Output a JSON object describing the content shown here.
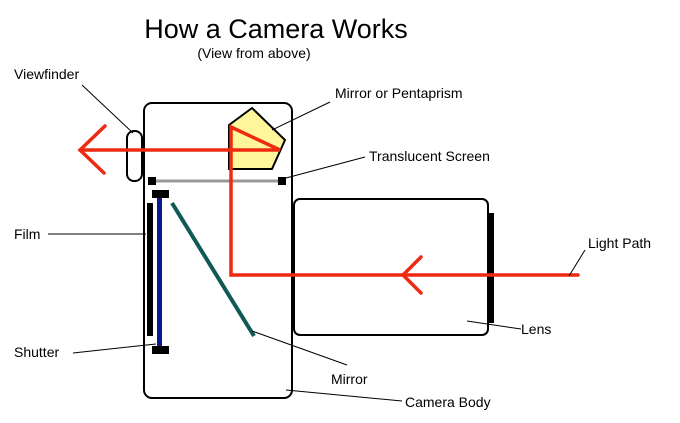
{
  "title": "How a Camera Works",
  "subtitle": "(View from above)",
  "labels": {
    "viewfinder": "Viewfinder",
    "mirror_pentaprism": "Mirror or Pentaprism",
    "translucent_screen": "Translucent Screen",
    "film": "Film",
    "light_path": "Light Path",
    "lens": "Lens",
    "shutter": "Shutter",
    "mirror": "Mirror",
    "camera_body": "Camera Body"
  },
  "colors": {
    "light_path": "#ee2a10",
    "pentaprism_fill": "#fff59a",
    "screen": "#999999",
    "shutter": "#0a1a8c",
    "mirror": "#0f5a55"
  }
}
